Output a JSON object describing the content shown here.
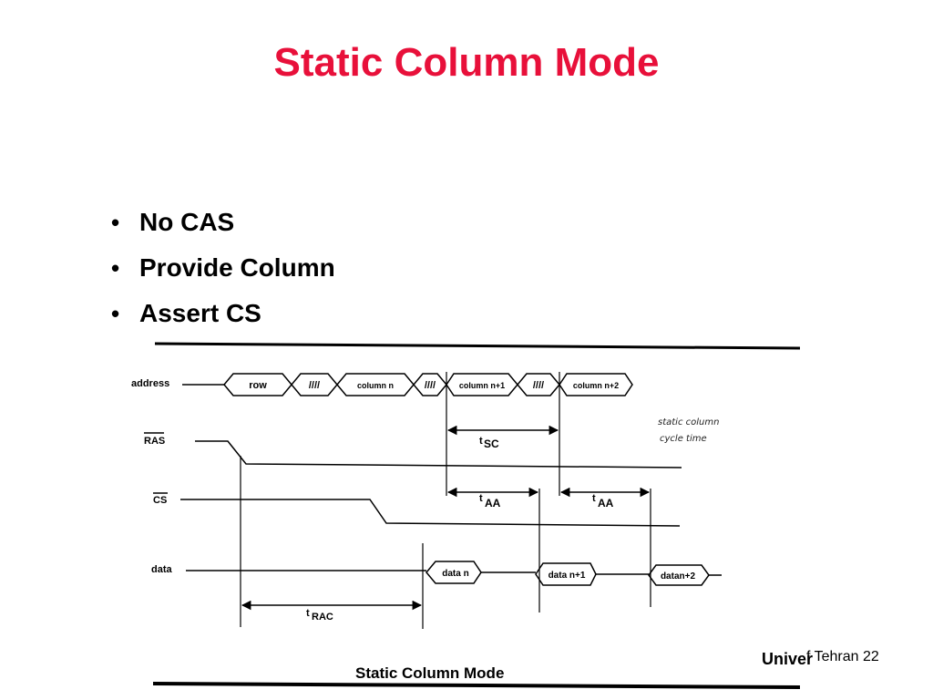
{
  "slide": {
    "title": "Static Column Mode",
    "bullets": [
      "No CAS",
      "Provide Column",
      "Assert CS"
    ],
    "footer": "f Tehran 22",
    "footer_fragment": "Univer"
  },
  "diagram": {
    "signals": {
      "address": "address",
      "ras": "RAS",
      "cs": "CS",
      "data": "data"
    },
    "address_boxes": [
      "row",
      "////",
      "column n",
      "////",
      "column n+1",
      "////",
      "column n+2"
    ],
    "data_boxes": [
      "data n",
      "data n+1",
      "datan+2"
    ],
    "timing": {
      "tsc_main": "t",
      "tsc_sub": "SC",
      "taa_main": "t",
      "taa_sub": "AA",
      "trac_main": "t",
      "trac_sub": "RAC"
    },
    "handwritten_note": [
      "static column",
      "cycle time"
    ],
    "caption": "Static Column Mode"
  }
}
